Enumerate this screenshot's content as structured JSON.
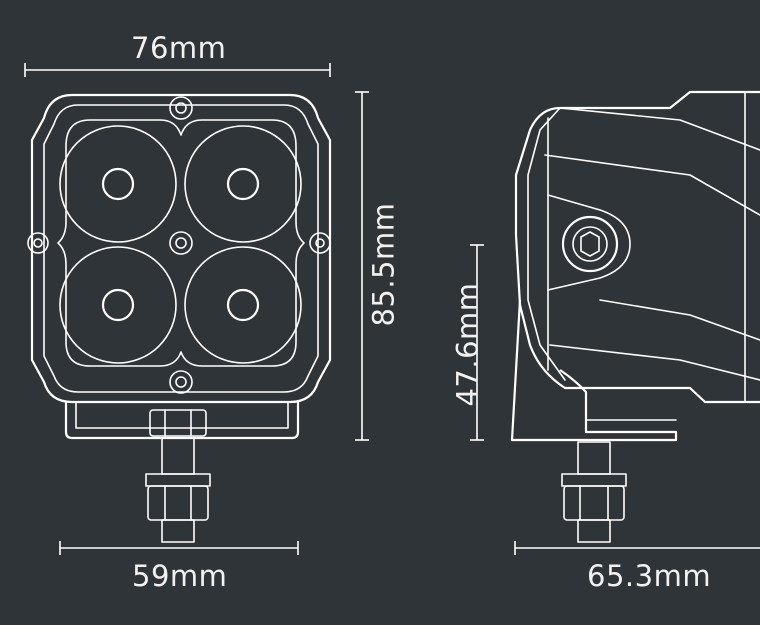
{
  "dimensions": {
    "front_width": "76mm",
    "front_height": "85.5mm",
    "bracket_width": "59mm",
    "mount_height": "47.6mm",
    "side_depth": "65.3mm"
  },
  "colors": {
    "background": "#2f3438",
    "line": "#ffffff"
  }
}
